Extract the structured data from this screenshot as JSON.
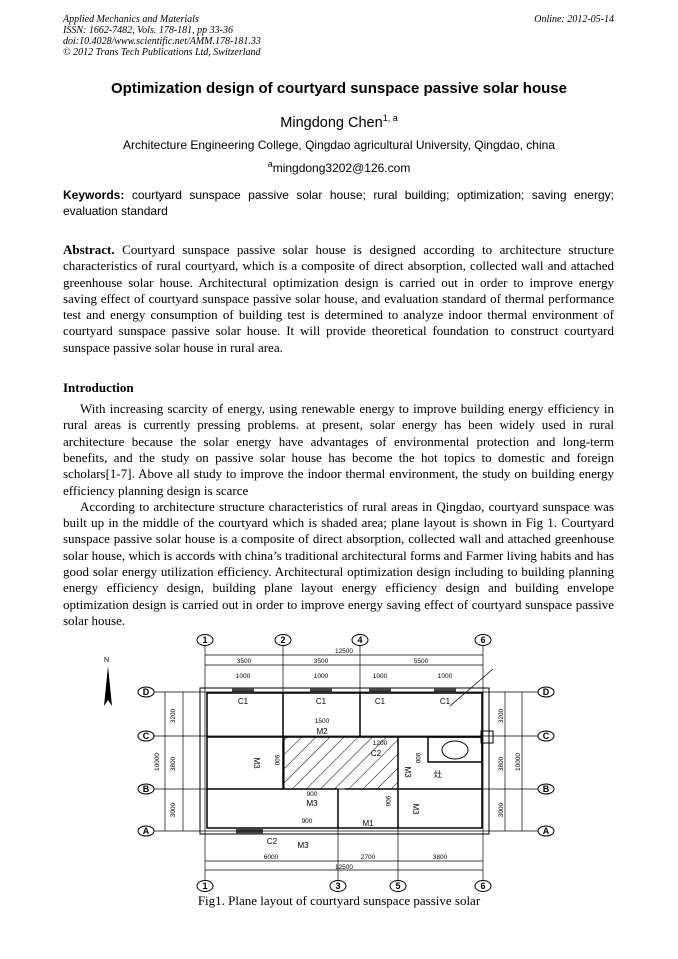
{
  "header": {
    "journal": "Applied Mechanics and Materials",
    "issn": "ISSN: 1662-7482, Vols. 178-181, pp 33-36",
    "doi": "doi:10.4028/www.scientific.net/AMM.178-181.33",
    "copyright": "© 2012 Trans Tech Publications Ltd, Switzerland",
    "online": "Online: 2012-05-14"
  },
  "title": "Optimization design of courtyard sunspace passive solar house",
  "author": {
    "name": "Mingdong Chen",
    "sup": "1, a"
  },
  "affiliation": "Architecture Engineering College, Qingdao agricultural University, Qingdao, china",
  "email": {
    "sup": "a",
    "address": "mingdong3202@126.com"
  },
  "keywords": {
    "label": "Keywords:",
    "text": "courtyard sunspace passive solar house; rural building; optimization; saving energy; evaluation standard"
  },
  "abstract": {
    "label": "Abstract.",
    "text": "Courtyard sunspace passive solar house is designed according to architecture structure characteristics of rural courtyard, which is a composite of direct absorption, collected wall and attached greenhouse solar house. Architectural optimization design is carried out in order to improve energy saving effect of courtyard sunspace passive solar house, and evaluation standard of thermal performance test and energy consumption of building test is determined to analyze indoor thermal environment of courtyard sunspace passive solar house. It will provide theoretical foundation to construct courtyard sunspace passive solar house in rural area."
  },
  "introduction": {
    "heading": "Introduction",
    "paragraphs": [
      "With increasing scarcity of energy, using renewable energy to improve building energy efficiency in rural areas is currently pressing problems. at present, solar energy has been widely used in rural architecture because the solar energy have advantages of environmental protection and long-term benefits, and the study on passive solar house has become the hot topics to domestic and foreign scholars[1-7]. Above all study to improve the indoor thermal environment, the study on building energy efficiency planning design is scarce",
      "According to architecture structure characteristics of rural areas in Qingdao, courtyard sunspace was built up in the middle of the courtyard which is shaded area; plane layout is shown in Fig 1. Courtyard sunspace passive solar house is a composite of direct absorption, collected wall and attached greenhouse solar house, which is accords with china’s traditional architectural forms and Farmer living habits and has good solar energy utilization efficiency. Architectural optimization design including to building planning energy efficiency design, building plane layout energy efficiency design and building envelope optimization design is carried out in order to improve energy saving effect of courtyard sunspace passive solar house."
    ]
  },
  "figure": {
    "caption": "Fig1. Plane layout of courtyard sunspace passive solar",
    "north": "N",
    "axes_top": [
      "1",
      "2",
      "4",
      "6"
    ],
    "axes_bottom": [
      "1",
      "3",
      "5",
      "6"
    ],
    "rows": [
      "D",
      "C",
      "B",
      "A"
    ],
    "dims_top_total": "12500",
    "dims_top": [
      "3500",
      "3500",
      "5500"
    ],
    "window_dims": [
      "1000",
      "1000",
      "1000",
      "1000"
    ],
    "window_labels": [
      "C1",
      "C1",
      "C1",
      "C1"
    ],
    "dims_bottom": [
      "6000",
      "2700",
      "3800"
    ],
    "dims_bottom_total": "12500",
    "dims_vertical": [
      "3200",
      "3800",
      "3000"
    ],
    "dims_vertical_total": "10000",
    "labels": {
      "m2": "M2",
      "m2_dim": "1500",
      "c2_top": "C2",
      "c2_top_dim": "1200",
      "m3_a": "M3",
      "m3_a_dim": "900",
      "m3_b": "M3",
      "m3_b_dim": "900",
      "c2_bottom": "C2",
      "m1": "M1",
      "door_dim_a": "900",
      "door_dim_b": "900",
      "door_dim_c": "900",
      "m3_left": "M3",
      "m3_right": "M3",
      "m3_right2": "M3",
      "stove": "灶"
    }
  }
}
